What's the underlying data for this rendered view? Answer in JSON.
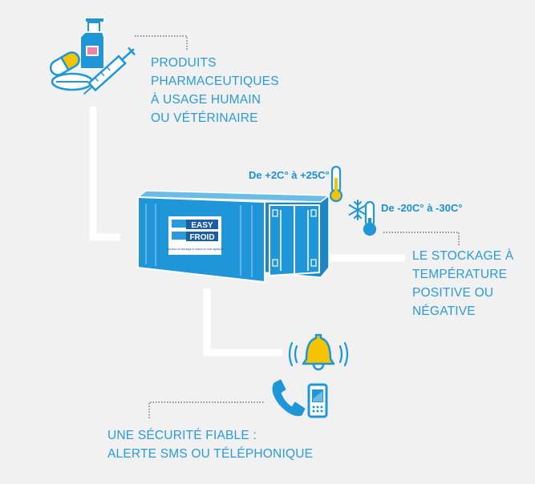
{
  "colors": {
    "background": "#f1f1f1",
    "brand_blue": "#2a9bd8",
    "container_blue": "#1e96d8",
    "accent_yellow": "#f5c400",
    "line_white": "#ffffff",
    "dotted": "#5a5a5a"
  },
  "icons": {
    "pharma": "medicine-syringe-pills-icon",
    "thermo_positive": "thermometer-warm-icon",
    "thermo_negative": "thermometer-cold-icon",
    "snowflake": "snowflake-icon",
    "bell": "alarm-bell-icon",
    "phone": "phone-handset-icon",
    "mobile": "mobile-phone-icon"
  },
  "pharma": {
    "lines": [
      "PRODUITS",
      "PHARMACEUTIQUES",
      "À USAGE HUMAIN",
      "OU VÉTÉRINAIRE"
    ]
  },
  "temps": {
    "positive": "De +2C° à +25C°",
    "negative": "De -20C° à -30C°"
  },
  "storage": {
    "lines": [
      "LE STOCKAGE À",
      "TEMPÉRATURE",
      "POSITIVE OU",
      "NÉGATIVE"
    ]
  },
  "security": {
    "lines": [
      "UNE SÉCURITÉ FIABLE :",
      "ALERTE SMS OU TÉLÉPHONIQUE"
    ]
  },
  "container": {
    "logo_top": "EASY",
    "logo_bottom": "FROID",
    "tagline": "Solutions de stockage et chaîne du froid logistique"
  }
}
